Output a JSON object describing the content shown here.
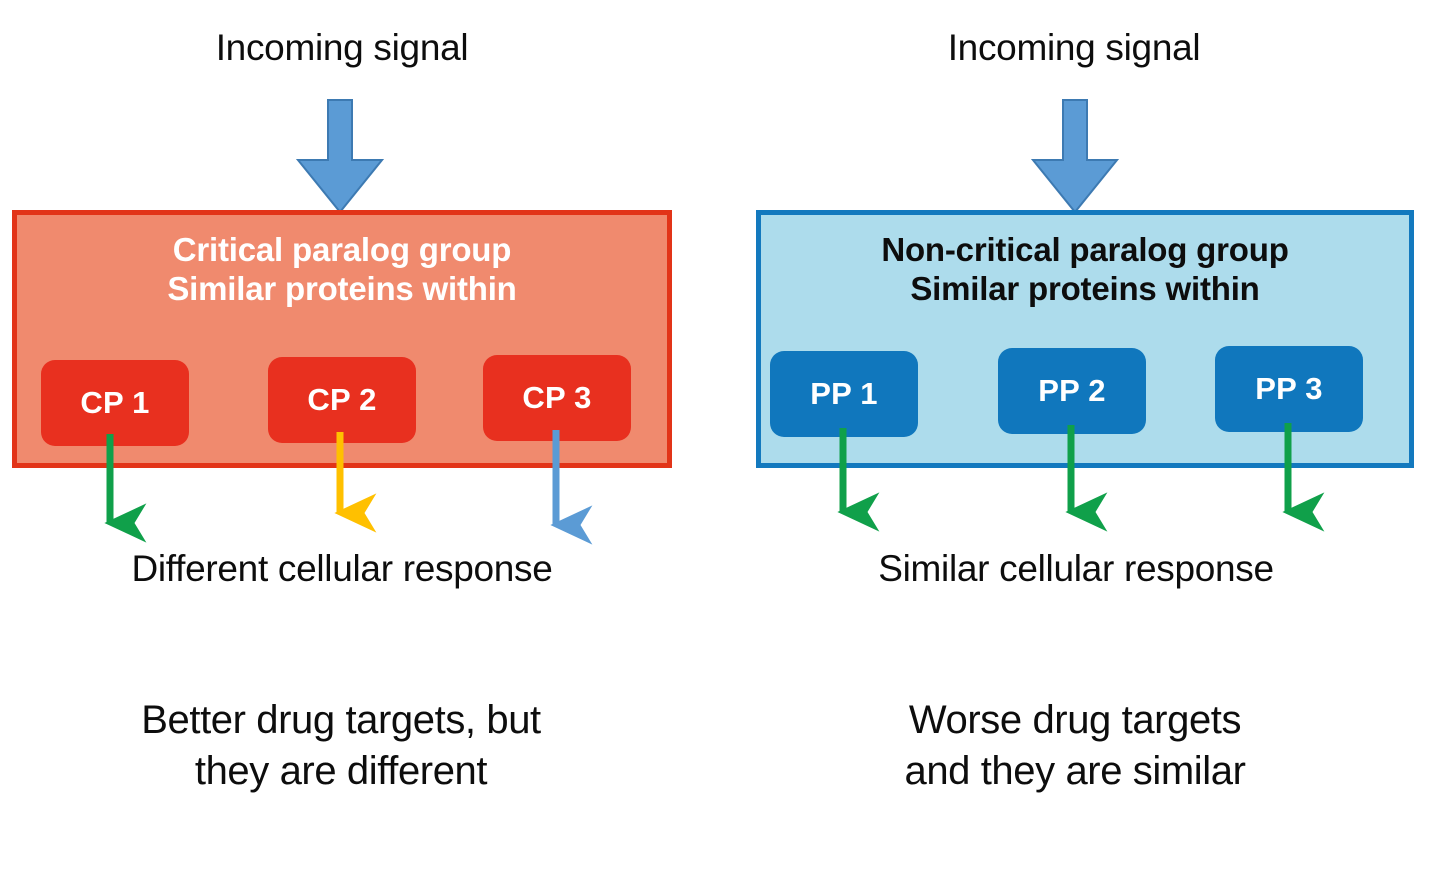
{
  "figure": {
    "type": "comparison-diagram",
    "panels": [
      {
        "id": "critical",
        "incoming_label": "Incoming signal",
        "incoming_arrow_icon": "down-arrow-icon",
        "incoming_arrow_color": "#5B9BD5",
        "title_line1": "Critical paralog group",
        "title_line2": "Similar proteins within",
        "title_color": "#FFFFFF",
        "panel_fill": "#F08A6E",
        "panel_border": "#E23418",
        "chips": [
          {
            "label": "CP 1",
            "fill": "#E8301F",
            "response_arrow_color": "#10A04A"
          },
          {
            "label": "CP 2",
            "fill": "#E8301F",
            "response_arrow_color": "#FFC000"
          },
          {
            "label": "CP 3",
            "fill": "#E8301F",
            "response_arrow_color": "#5B9BD5"
          }
        ],
        "response_label": "Different cellular response",
        "conclusion_line1": "Better drug targets, but",
        "conclusion_line2": "they are different"
      },
      {
        "id": "non-critical",
        "incoming_label": "Incoming signal",
        "incoming_arrow_icon": "down-arrow-icon",
        "incoming_arrow_color": "#5B9BD5",
        "title_line1": "Non-critical paralog group",
        "title_line2": "Similar proteins within",
        "title_color": "#0D0D0D",
        "panel_fill": "#ADDCEC",
        "panel_border": "#1379BE",
        "chips": [
          {
            "label": "PP 1",
            "fill": "#1077BD",
            "response_arrow_color": "#10A04A"
          },
          {
            "label": "PP 2",
            "fill": "#1077BD",
            "response_arrow_color": "#10A04A"
          },
          {
            "label": "PP 3",
            "fill": "#1077BD",
            "response_arrow_color": "#10A04A"
          }
        ],
        "response_label": "Similar cellular response",
        "conclusion_line1": "Worse drug targets",
        "conclusion_line2": "and they are similar"
      }
    ]
  }
}
